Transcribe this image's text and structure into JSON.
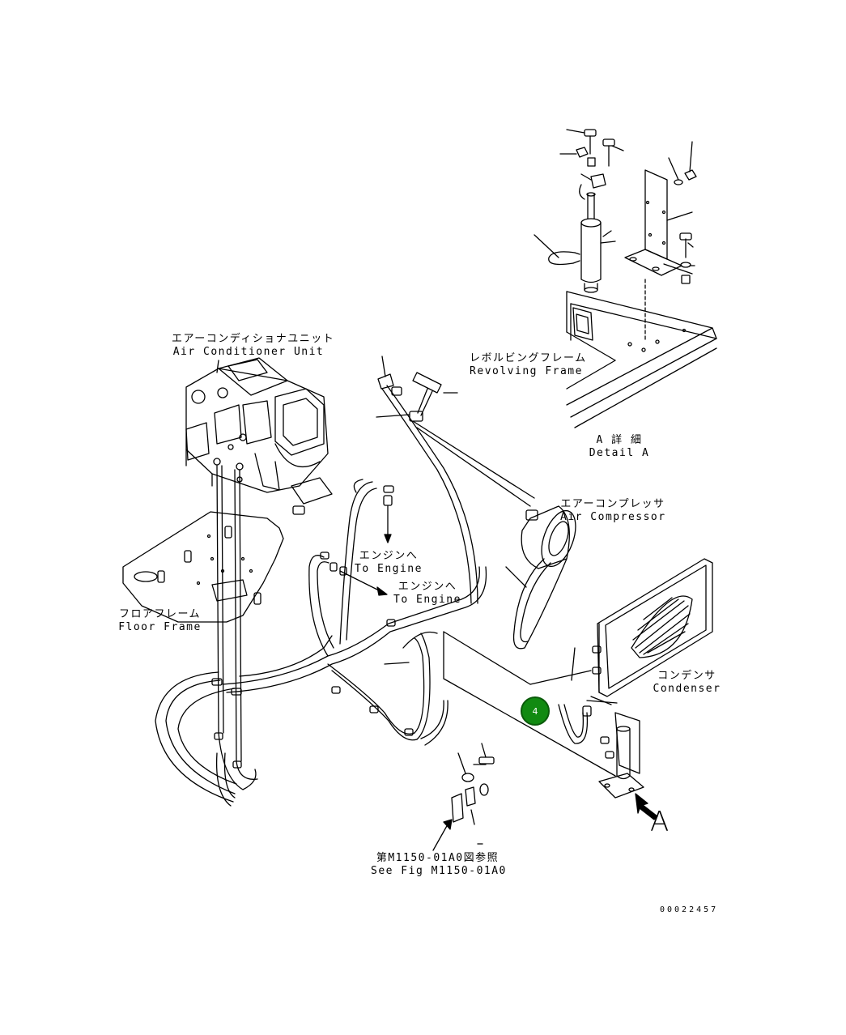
{
  "labels": {
    "air_conditioner_unit": {
      "jp": "エアーコンディショナユニット",
      "en": "Air Conditioner Unit"
    },
    "revolving_frame": {
      "jp": "レボルビングフレーム",
      "en": "Revolving Frame"
    },
    "detail_a": {
      "jp": "A 詳 細",
      "en": "Detail A"
    },
    "air_compressor": {
      "jp": "エアーコンプレッサ",
      "en": "Air Compressor"
    },
    "to_engine_1": {
      "jp": "エンジンへ",
      "en": "To Engine"
    },
    "to_engine_2": {
      "jp": "エンジンへ",
      "en": "To Engine"
    },
    "floor_frame": {
      "jp": "フロアフレーム",
      "en": "Floor Frame"
    },
    "condenser": {
      "jp": "コンデンサ",
      "en": "Condenser"
    },
    "see_fig": {
      "jp": "第M1150-01A0図参照",
      "en": "See Fig M1150-01A0"
    },
    "view_letter": "A",
    "doc_number": "00022457"
  },
  "callouts": [
    {
      "number": "4",
      "color": "#118a11"
    }
  ]
}
